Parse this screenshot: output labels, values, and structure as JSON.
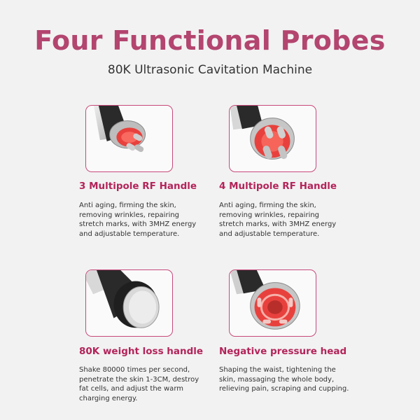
{
  "header": {
    "title": "Four Functional Probes",
    "subtitle": "80K Ultrasonic Cavitation Machine"
  },
  "colors": {
    "accent": "#b3456f",
    "heading": "#b3245a",
    "card_border": "#c8497a",
    "red_glow": "#e8413d",
    "background": "#f2f2f2"
  },
  "probes": [
    {
      "name": "3 Multipole RF Handle",
      "description_lines": [
        "Anti aging, firming the skin,",
        "removing wrinkles, repairing",
        "stretch marks, with 3MHZ energy",
        "and adjustable temperature."
      ],
      "image": "rf-3-pole-probe-icon"
    },
    {
      "name": "4 Multipole RF Handle",
      "description_lines": [
        "Anti aging, firming the skin,",
        "removing wrinkles, repairing",
        "stretch marks, with 3MHZ energy",
        "and adjustable temperature."
      ],
      "image": "rf-4-pole-probe-icon"
    },
    {
      "name": "80K weight loss handle",
      "description_lines": [
        "Shake 80000 times per second,",
        "penetrate the skin 1-3CM, destroy",
        "fat cells, and adjust the warm",
        "charging energy."
      ],
      "image": "cavitation-80k-probe-icon"
    },
    {
      "name": "Negative pressure head",
      "description_lines": [
        "Shaping the waist, tightening the",
        "skin, massaging the whole body,",
        "relieving pain, scraping and cupping."
      ],
      "image": "vacuum-probe-icon"
    }
  ]
}
